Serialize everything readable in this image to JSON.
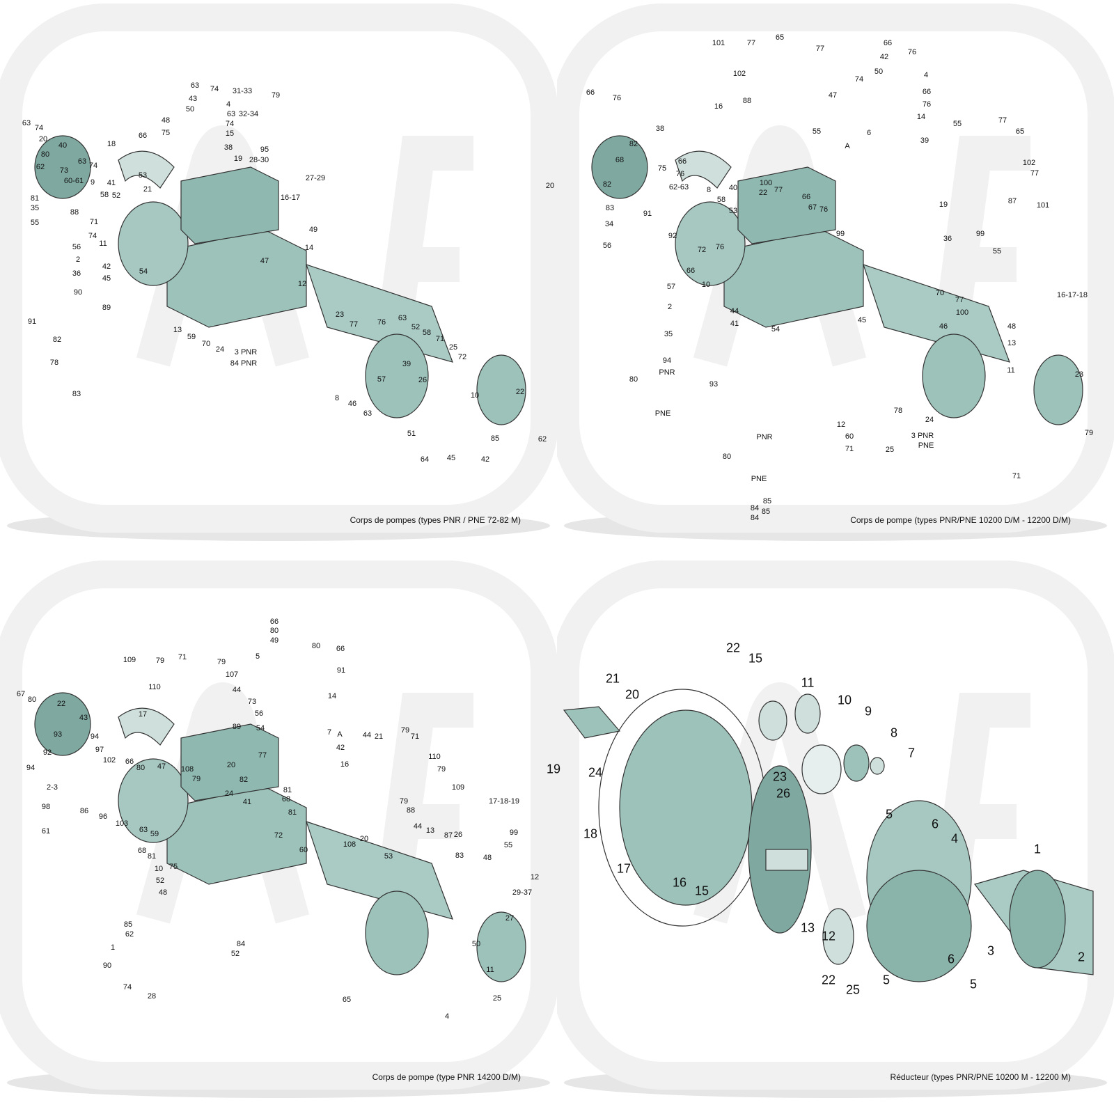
{
  "panels": [
    {
      "caption": "Corps de pompes (types PNR / PNE 72-82 M)",
      "labels": [
        "63",
        "74",
        "20",
        "40",
        "80",
        "62",
        "73",
        "60-61",
        "9",
        "63",
        "74",
        "81",
        "35",
        "55",
        "18",
        "66",
        "75",
        "48",
        "63",
        "43",
        "50",
        "74",
        "4",
        "63",
        "74",
        "15",
        "38",
        "19",
        "31-33",
        "32-34",
        "79",
        "95",
        "28-30",
        "27-29",
        "16-17",
        "41",
        "53",
        "21",
        "58",
        "52",
        "88",
        "71",
        "11",
        "74",
        "56",
        "2",
        "36",
        "45",
        "42",
        "90",
        "89",
        "78",
        "82",
        "83",
        "91",
        "54",
        "47",
        "12",
        "49",
        "14",
        "13",
        "59",
        "70",
        "24",
        "3 PNR",
        "84 PNR",
        "23",
        "77",
        "76",
        "63",
        "52",
        "58",
        "71",
        "25",
        "72",
        "39",
        "26",
        "57",
        "8",
        "46",
        "63",
        "10",
        "22",
        "85",
        "62",
        "51",
        "64",
        "42",
        "45"
      ]
    },
    {
      "caption": "Corps de pompe (types PNR/PNE 10200 D/M - 12200 D/M)",
      "labels": [
        "101",
        "77",
        "65",
        "77",
        "66",
        "42",
        "76",
        "4",
        "50",
        "74",
        "66",
        "76",
        "14",
        "66",
        "76",
        "38",
        "16",
        "47",
        "88",
        "102",
        "6",
        "39",
        "A",
        "20",
        "82",
        "68",
        "75",
        "66",
        "76",
        "55",
        "82",
        "62-63",
        "8",
        "40",
        "100",
        "77",
        "22",
        "66",
        "67",
        "76",
        "99",
        "19",
        "55",
        "77",
        "65",
        "102",
        "77",
        "87",
        "101",
        "83",
        "91",
        "34",
        "58",
        "53",
        "72",
        "56",
        "92",
        "76",
        "66",
        "10",
        "36",
        "99",
        "55",
        "16-17-18",
        "57",
        "2",
        "44",
        "41",
        "35",
        "70",
        "45",
        "54",
        "46",
        "77",
        "100",
        "48",
        "13",
        "94",
        "PNR",
        "93",
        "80",
        "11",
        "23",
        "PNE",
        "78",
        "12",
        "60",
        "71",
        "25",
        "24",
        "3 PNR",
        "PNE",
        "79",
        "85",
        "84",
        "PNR",
        "80",
        "PNE",
        "85",
        "84",
        "71"
      ]
    },
    {
      "caption": "Corps de pompe (type PNR 14200 D/M)",
      "labels": [
        "66",
        "80",
        "49",
        "5",
        "80",
        "66",
        "91",
        "109",
        "79",
        "110",
        "71",
        "79",
        "107",
        "44",
        "67",
        "80",
        "22",
        "43",
        "17",
        "73",
        "56",
        "14",
        "54",
        "89",
        "7",
        "42",
        "A",
        "44",
        "21",
        "79",
        "71",
        "110",
        "79",
        "109",
        "93",
        "94",
        "97",
        "92",
        "94",
        "2-3",
        "102",
        "66",
        "80",
        "47",
        "108",
        "79",
        "20",
        "77",
        "82",
        "16",
        "81",
        "24",
        "98",
        "86",
        "96",
        "103",
        "63",
        "61",
        "59",
        "68",
        "81",
        "10",
        "52",
        "48",
        "41",
        "75",
        "68",
        "81",
        "60",
        "88",
        "79",
        "108",
        "20",
        "53",
        "44",
        "13",
        "87",
        "83",
        "26",
        "17-18-19",
        "99",
        "55",
        "12",
        "29-37",
        "85",
        "62",
        "1",
        "90",
        "74",
        "28",
        "84",
        "52",
        "48",
        "27",
        "50",
        "11",
        "25",
        "65",
        "4",
        "72"
      ]
    },
    {
      "caption": "Réducteur (types PNR/PNE 10200 M - 12200 M)",
      "labels": [
        "22",
        "15",
        "11",
        "21",
        "20",
        "10",
        "9",
        "8",
        "7",
        "19",
        "24",
        "23",
        "26",
        "18",
        "17",
        "16",
        "15",
        "5",
        "6",
        "4",
        "1",
        "13",
        "12",
        "3",
        "2",
        "22",
        "25",
        "5",
        "5",
        "6"
      ]
    }
  ],
  "colors": {
    "teal": "#8fb8b0",
    "teal_dark": "#5e8f86",
    "watermark": "#f1f1f1",
    "shadow": "#e6e6e6"
  }
}
